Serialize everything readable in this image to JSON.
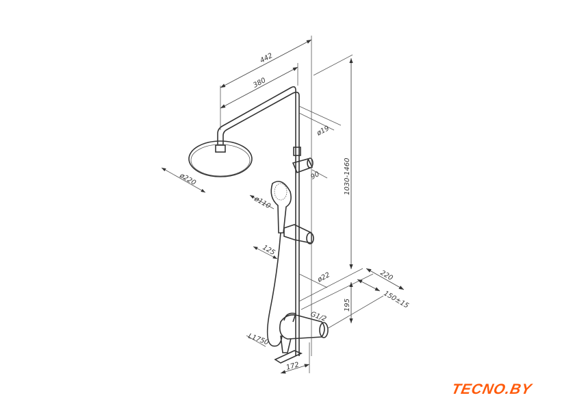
{
  "diagram": {
    "dimensions": {
      "overall_reach": "442",
      "arm_length": "380",
      "pipe_diameter_top": "ø19",
      "head_diameter": "ø220",
      "holder_offset": "90",
      "hand_shower_diameter": "ø110",
      "height_range": "1030-1460",
      "slider_offset": "125",
      "pipe_diameter_bottom": "ø22",
      "mixer_depth": "220",
      "inlet_spacing": "150±15",
      "mixer_height": "195",
      "thread": "G1/2",
      "hose_length": "L1750",
      "spout_length": "172"
    }
  },
  "logo": {
    "text": "TECNO.BY",
    "color": "#ff5a0a"
  }
}
